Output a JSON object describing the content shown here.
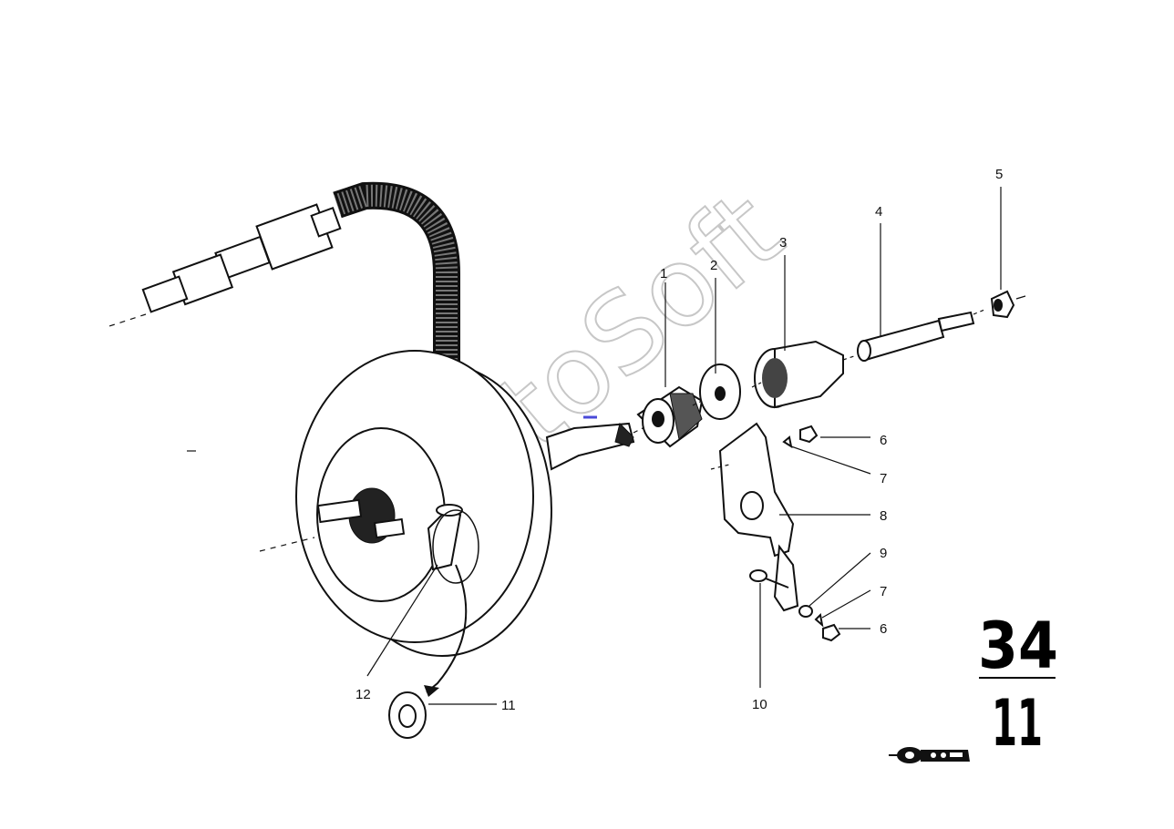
{
  "watermark": "AutoSoft",
  "callouts": {
    "c1": "1",
    "c2": "2",
    "c3": "3",
    "c4": "4",
    "c5": "5",
    "c6a": "6",
    "c7a": "7",
    "c8": "8",
    "c9": "9",
    "c7b": "7",
    "c6b": "6",
    "c10": "10",
    "c11": "11",
    "c12": "12"
  },
  "group_number": {
    "top": "34",
    "bottom": "11"
  }
}
